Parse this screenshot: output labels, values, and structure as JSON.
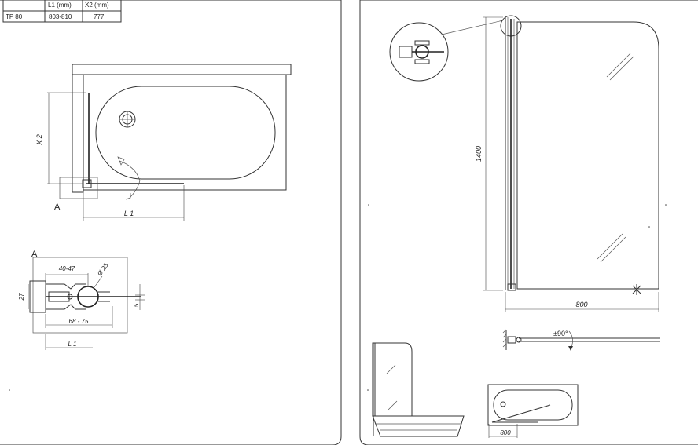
{
  "spec_table": {
    "headers": [
      "",
      "L1 (mm)",
      "X2  (mm)"
    ],
    "rows": [
      [
        "TP 80",
        "803-810",
        "777"
      ]
    ]
  },
  "plan_view": {
    "dim_x2": "X 2",
    "dim_l1": "L 1",
    "detail_marker": "A"
  },
  "detail_a": {
    "title": "A",
    "dim_range_top": "40-47",
    "dim_diameter": "Ø 25",
    "dim_height": "27",
    "dim_gap": "5",
    "dim_range_bottom": "68 - 75",
    "dim_l1": "L 1"
  },
  "front_view": {
    "dim_height": "1400",
    "dim_width": "800"
  },
  "top_view": {
    "rotation": "±90°"
  },
  "bath_plan": {
    "dim_width": "800"
  }
}
